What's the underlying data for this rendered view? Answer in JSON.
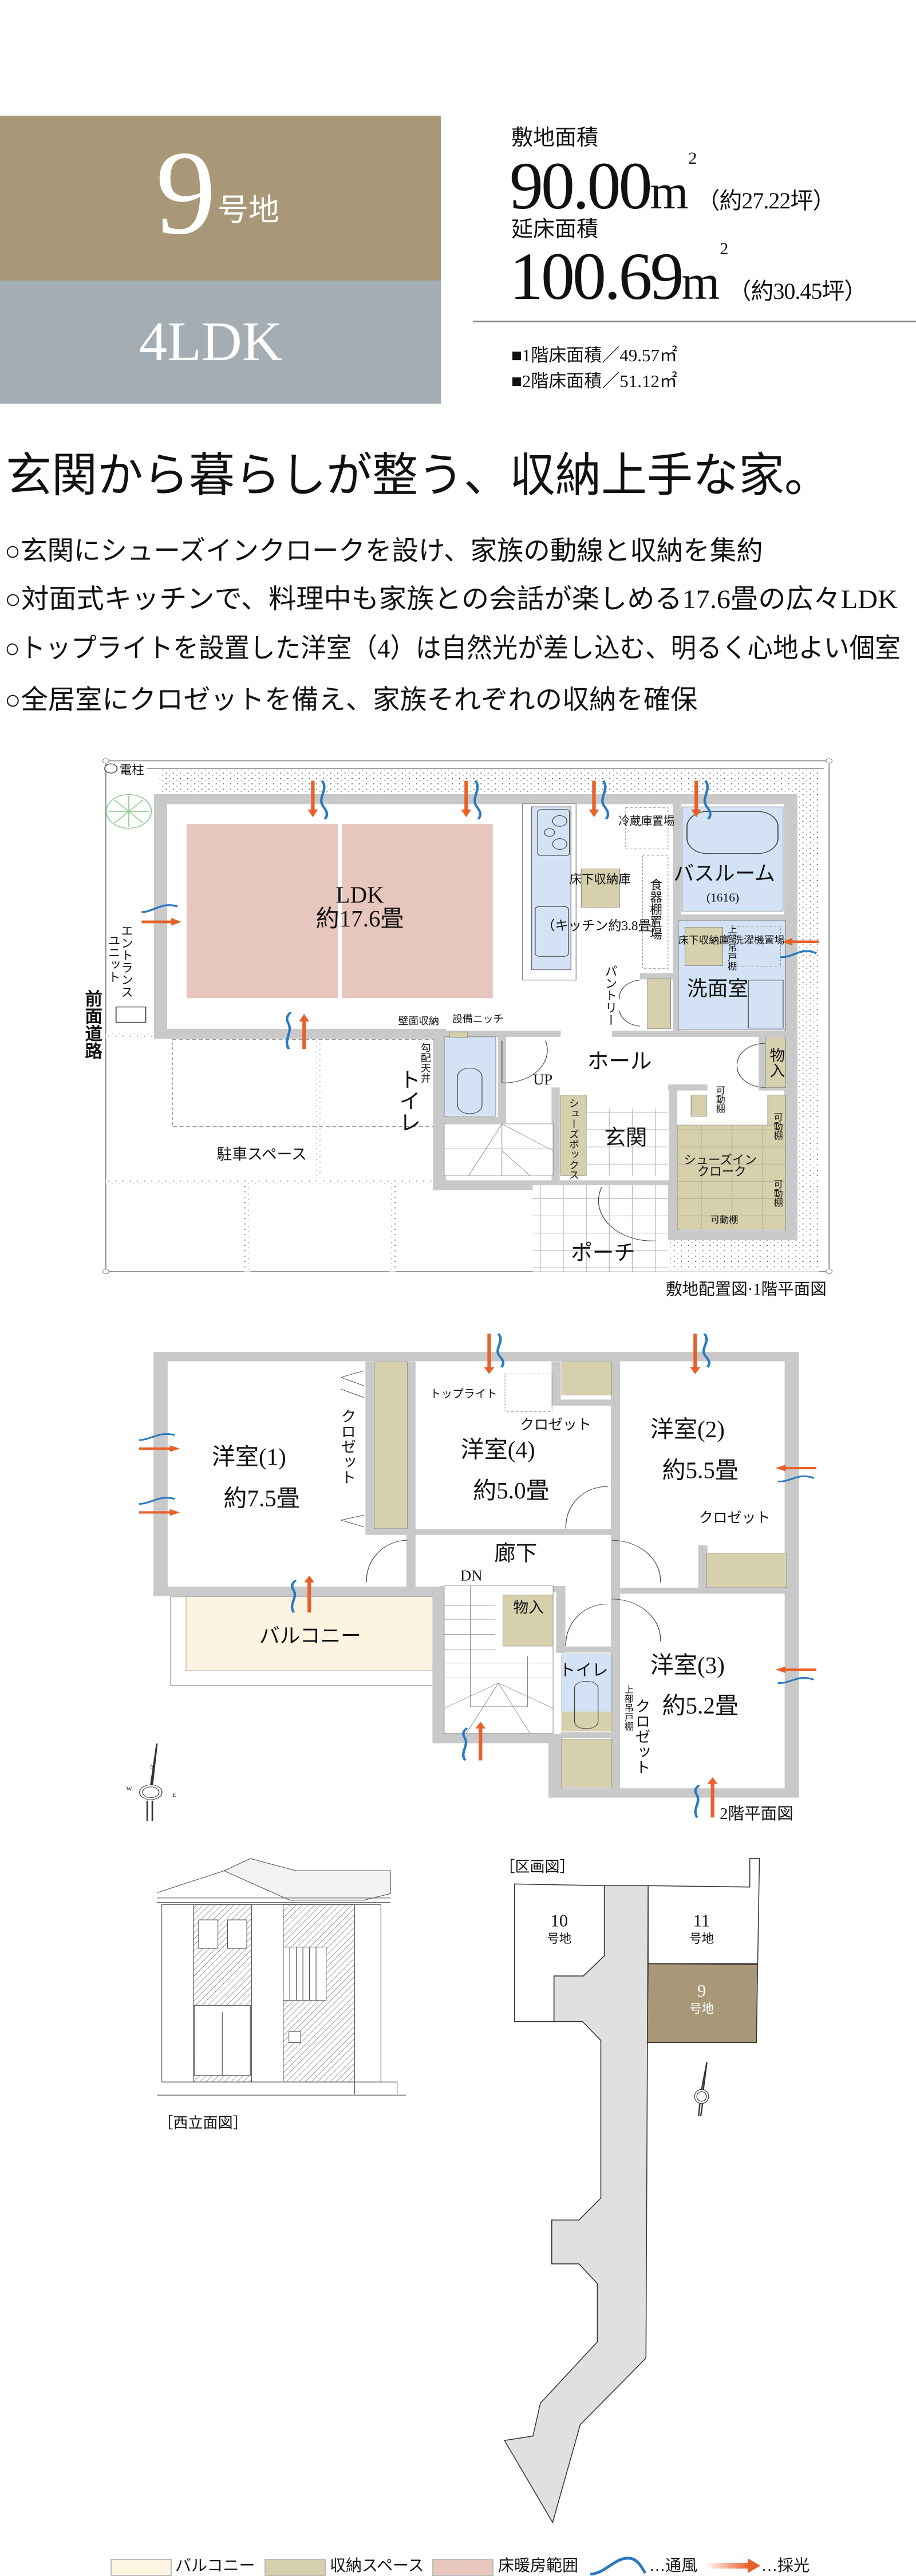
{
  "lot": {
    "number": "9",
    "suffix": "号地",
    "layout": "4LDK"
  },
  "areas": {
    "site_label": "敷地面積",
    "site_value": "90.00",
    "unit": "m",
    "unit_sup": "2",
    "site_tsubo": "（約27.22坪）",
    "floor_label": "延床面積",
    "floor_value": "100.69",
    "floor_tsubo": "（約30.45坪）",
    "floor1": "■1階床面積／49.57㎡",
    "floor2": "■2階床面積／51.12㎡"
  },
  "headline": "玄関から暮らしが整う、収納上手な家。",
  "features": [
    "○玄関にシューズインクロークを設け、家族の動線と収納を集約",
    "○対面式キッチンで、料理中も家族との会話が楽しめる17.6畳の広々LDK",
    "○トップライトを設置した洋室（4）は自然光が差し込む、明るく心地よい個室",
    "○全居室にクロゼットを備え、家族それぞれの収納を確保"
  ],
  "plan1": {
    "pole": "電柱",
    "road": "前面道路",
    "entrance_a": "エントランス",
    "entrance_b": "ユニット",
    "ldk": "LDK",
    "ldk_size": "約17.6畳",
    "underfloor": "床下収納庫",
    "kitchen": "（キッチン約3.8畳）",
    "fridge": "冷蔵庫置場",
    "cupboard": "食器棚置場",
    "pantry": "パントリー",
    "bath": "バスルーム",
    "bath_size": "(1616)",
    "underfloor2": "床下収納庫",
    "upper_cabinet": "上部吊戸棚",
    "washer": "洗濯機置場",
    "washroom": "洗面室",
    "wall_storage": "壁面収納",
    "niche": "設備ニッチ",
    "sloped_ceiling": "勾配天井",
    "toilet": "トイレ",
    "up": "UP",
    "hall": "ホール",
    "storage": "物入",
    "shelf": "可動棚",
    "shoebox": "シューズボックス",
    "genkan": "玄関",
    "shoe_closet_a": "シューズイン",
    "shoe_closet_b": "クローク",
    "parking": "駐車スペース",
    "porch": "ポーチ",
    "caption": "敷地配置図·1階平面図"
  },
  "plan2": {
    "room1": "洋室(1)",
    "room1_size": "約7.5畳",
    "closet": "クロゼット",
    "toplight": "トップライト",
    "room4": "洋室(4)",
    "room4_size": "約5.0畳",
    "room2": "洋室(2)",
    "room2_size": "約5.5畳",
    "hallway": "廊下",
    "dn": "DN",
    "storage": "物入",
    "balcony": "バルコニー",
    "toilet": "トイレ",
    "upper_cabinet": "上部吊戸棚",
    "room3": "洋室(3)",
    "room3_size": "約5.2畳",
    "caption": "2階平面図",
    "compass": {
      "n": "N",
      "e": "E",
      "w": "W"
    }
  },
  "elevation": {
    "caption": "［西立面図］"
  },
  "district": {
    "caption": "［区画図］",
    "lots": [
      {
        "num": "10",
        "suffix": "号地"
      },
      {
        "num": "11",
        "suffix": "号地"
      },
      {
        "num": "9",
        "suffix": "号地"
      }
    ]
  },
  "legend": [
    {
      "label": "バルコニー"
    },
    {
      "label": "収納スペース"
    },
    {
      "label": "床暖房範囲"
    },
    {
      "label": "…通風"
    },
    {
      "label": "…採光"
    }
  ],
  "colors": {
    "lot": "#a89878",
    "type": "#a4acb4",
    "storage": "#d6d0ac",
    "wet": "#d3e3f5",
    "floor_heating": "#e6c6bd",
    "balcony": "#fdf3e1",
    "light_arrow": "#e8602a",
    "wind": "#2a7ac0",
    "wall": "#c9c9c9"
  }
}
